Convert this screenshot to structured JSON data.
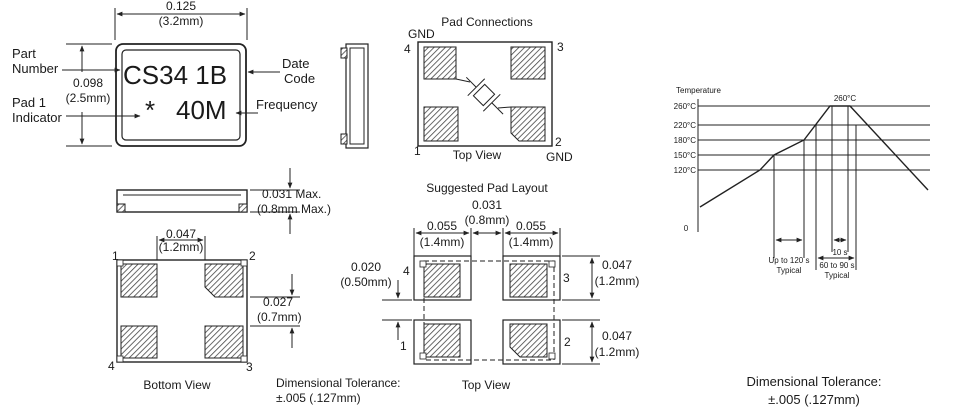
{
  "top_left": {
    "width_in": "0.125",
    "width_mm": "(3.2mm)",
    "height_in": "0.098",
    "height_mm": "(2.5mm)",
    "label_part": [
      "Part",
      "Number"
    ],
    "label_pad1": [
      "Pad 1",
      "Indicator"
    ],
    "label_date": [
      "Date",
      "Code"
    ],
    "label_freq": "Frequency",
    "part_text": "CS34 1B",
    "freq_text": "40M",
    "pad1_mark": "*"
  },
  "pad_connections": {
    "title": "Pad Connections",
    "gnd_top": "GND",
    "gnd_bottom": "GND",
    "pin4": "4",
    "pin3": "3",
    "pin1": "1",
    "pin2": "2",
    "view": "Top View"
  },
  "side": {
    "thickness_in": "0.031 Max.",
    "thickness_mm": "(0.8mm Max.)"
  },
  "bottom_view": {
    "pad_w_in": "0.047",
    "pad_w_mm": "(1.2mm)",
    "pad_h_in": "0.027",
    "pad_h_mm": "(0.7mm)",
    "pin1": "1",
    "pin2": "2",
    "pin3": "3",
    "pin4": "4",
    "view": "Bottom View",
    "tolerance_1": "Dimensional Tolerance:",
    "tolerance_2": "±.005 (.127mm)"
  },
  "pad_layout": {
    "title": "Suggested Pad Layout",
    "gap_in": "0.031",
    "gap_mm": "(0.8mm)",
    "left_in": "0.055",
    "left_mm": "(1.4mm)",
    "right_in": "0.055",
    "right_mm": "(1.4mm)",
    "side_in": "0.020",
    "side_mm": "(0.50mm)",
    "top_h_in": "0.047",
    "top_h_mm": "(1.2mm)",
    "bot_h_in": "0.047",
    "bot_h_mm": "(1.2mm)",
    "pin4": "4",
    "pin3": "3",
    "pin1": "1",
    "pin2": "2",
    "view": "Top View"
  },
  "reflow": {
    "y_title": "Temperature",
    "labels": [
      "260°C",
      "220°C",
      "180°C",
      "150°C",
      "120°C",
      "0"
    ],
    "peak": "260°C",
    "t120": [
      "Up to 120 s",
      "Typical"
    ],
    "t10": "10 s",
    "t60": [
      "60 to 90 s",
      "Typical"
    ],
    "tolerance_1": "Dimensional Tolerance:",
    "tolerance_2": "±.005 (.127mm)"
  }
}
